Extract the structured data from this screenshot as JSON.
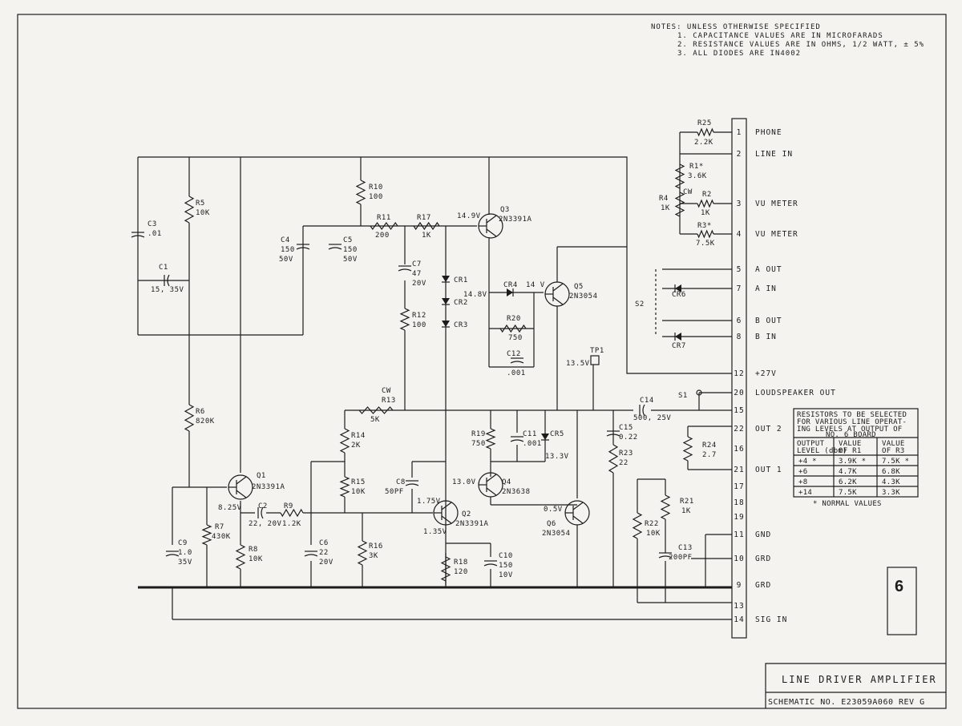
{
  "notes": [
    "NOTES: UNLESS OTHERWISE SPECIFIED",
    "1. CAPACITANCE VALUES ARE IN MICROFARADS",
    "2. RESISTANCE VALUES ARE IN OHMS, 1/2 WATT, ± 5%",
    "3. ALL DIODES ARE IN4002"
  ],
  "connector_pins": [
    {
      "pin": "1",
      "label": "PHONE"
    },
    {
      "pin": "2",
      "label": "LINE IN"
    },
    {
      "pin": "3",
      "label": "VU METER"
    },
    {
      "pin": "4",
      "label": "VU METER"
    },
    {
      "pin": "5",
      "label": "A OUT"
    },
    {
      "pin": "7",
      "label": "A IN"
    },
    {
      "pin": "6",
      "label": "B OUT"
    },
    {
      "pin": "8",
      "label": "B IN"
    },
    {
      "pin": "12",
      "label": "+27V"
    },
    {
      "pin": "20",
      "label": "LOUDSPEAKER OUT"
    },
    {
      "pin": "15",
      "label": ""
    },
    {
      "pin": "22",
      "label": "OUT 2"
    },
    {
      "pin": "16",
      "label": ""
    },
    {
      "pin": "21",
      "label": "OUT 1"
    },
    {
      "pin": "17",
      "label": ""
    },
    {
      "pin": "18",
      "label": ""
    },
    {
      "pin": "19",
      "label": ""
    },
    {
      "pin": "11",
      "label": "GND"
    },
    {
      "pin": "10",
      "label": "GRD"
    },
    {
      "pin": "9",
      "label": "GRD"
    },
    {
      "pin": "13",
      "label": ""
    },
    {
      "pin": "14",
      "label": "SIG IN"
    }
  ],
  "components": {
    "r25": [
      "R25",
      "2.2K"
    ],
    "r1": [
      "R1*",
      "3.6K"
    ],
    "r4": [
      "R4",
      "1K",
      "CW"
    ],
    "r2": [
      "R2",
      "1K"
    ],
    "r3": [
      "R3*",
      "7.5K"
    ],
    "c3": [
      "C3",
      ".01"
    ],
    "c1": [
      "C1",
      "15, 35V"
    ],
    "r5": [
      "R5",
      "10K"
    ],
    "r6": [
      "R6",
      "820K"
    ],
    "c4": [
      "C4",
      "150",
      "50V"
    ],
    "c5": [
      "C5",
      "150",
      "50V"
    ],
    "r10": [
      "R10",
      "100"
    ],
    "r11": [
      "R11",
      "200"
    ],
    "r17": [
      "R17",
      "1K"
    ],
    "c7": [
      "C7",
      "47",
      "20V"
    ],
    "r12": [
      "R12",
      "100"
    ],
    "q3": [
      "Q3",
      "2N3391A"
    ],
    "q3v": "14.9V",
    "cr1": "CR1",
    "cr2": "CR2",
    "cr3": "CR3",
    "cr4": "CR4",
    "cr4v": "14.8V",
    "q5v": "14 V",
    "q5": [
      "Q5",
      "2N3054"
    ],
    "r20": [
      "R20",
      "750"
    ],
    "c12": [
      "C12",
      ".001"
    ],
    "tp1": [
      "TP1",
      "13.5V"
    ],
    "cr6": "CR6",
    "cr7": "CR7",
    "s2": "S2",
    "s1": "S1",
    "r13": [
      "CW",
      "R13",
      "5K"
    ],
    "c14": [
      "C14",
      "500, 25V"
    ],
    "c15": [
      "C15",
      "0.22"
    ],
    "r23": [
      "R23",
      "22"
    ],
    "r24": [
      "R24",
      "2.7"
    ],
    "r14": [
      "R14",
      "2K"
    ],
    "r15": [
      "R15",
      "10K"
    ],
    "r16": [
      "R16",
      "3K"
    ],
    "r19": [
      "R19",
      "750"
    ],
    "c11": [
      "C11",
      ".001"
    ],
    "cr5": "CR5",
    "cr5v": "13.3V",
    "c8": [
      "C8",
      "50PF"
    ],
    "q4": [
      "Q4",
      "2N3638"
    ],
    "q4v": "13.0V",
    "q2": [
      "Q2",
      "2N3391A"
    ],
    "q2v1": "1.75V",
    "q2v2": "1.35V",
    "q6": [
      "Q6",
      "2N3054"
    ],
    "q6v": "0.5V",
    "r22": [
      "R22",
      "10K"
    ],
    "r21": [
      "R21",
      "1K"
    ],
    "c13": [
      "C13",
      "200PF"
    ],
    "q1": [
      "Q1",
      "2N3391A"
    ],
    "q1v": "8.25V",
    "c2": [
      "C2",
      "22, 20V"
    ],
    "r9": [
      "R9",
      "1.2K"
    ],
    "c6": [
      "C6",
      "22",
      "20V"
    ],
    "r7": [
      "R7",
      "430K"
    ],
    "r8": [
      "R8",
      "10K"
    ],
    "c9": [
      "C9",
      "1.0",
      "35V"
    ],
    "r18": [
      "R18",
      "120"
    ],
    "c10": [
      "C10",
      "150",
      "10V"
    ]
  },
  "selection_table": {
    "title": [
      "RESISTORS TO BE SELECTED",
      "FOR VARIOUS LINE OPERAT-",
      "ING LEVELS AT OUTPUT OF",
      "NO. 6 BOARD"
    ],
    "headers": [
      [
        "OUTPUT",
        "LEVEL (dbm)"
      ],
      [
        "VALUE",
        "OF R1"
      ],
      [
        "VALUE",
        "OF R3"
      ]
    ],
    "rows": [
      [
        "+4 *",
        "3.9K *",
        "7.5K *"
      ],
      [
        "+6",
        "4.7K",
        "6.8K"
      ],
      [
        "+8",
        "6.2K",
        "4.3K"
      ],
      [
        "+14",
        "7.5K",
        "3.3K"
      ]
    ],
    "footnote": "* NORMAL VALUES"
  },
  "board_number": "6",
  "title_block": {
    "title": "LINE DRIVER AMPLIFIER",
    "schematic": "SCHEMATIC NO. E23059A060 REV G"
  }
}
